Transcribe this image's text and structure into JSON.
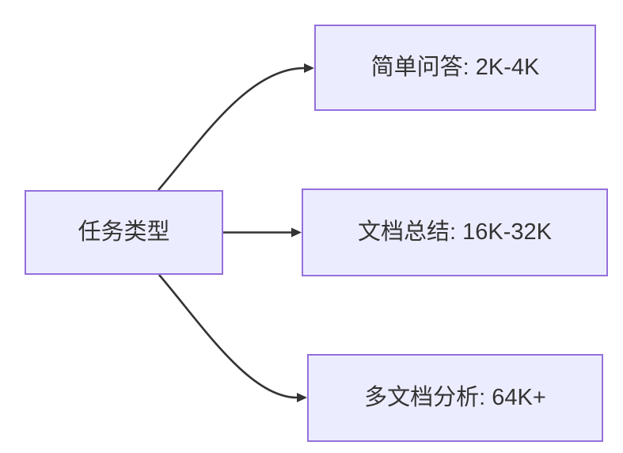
{
  "diagram": {
    "type": "flowchart-left-to-right",
    "root": {
      "label": "任务类型"
    },
    "branches": [
      {
        "label": "简单问答: 2K-4K"
      },
      {
        "label": "文档总结: 16K-32K"
      },
      {
        "label": "多文档分析: 64K+"
      }
    ],
    "edges": [
      {
        "from": "任务类型",
        "to": "简单问答: 2K-4K"
      },
      {
        "from": "任务类型",
        "to": "文档总结: 16K-32K"
      },
      {
        "from": "任务类型",
        "to": "多文档分析: 64K+"
      }
    ],
    "colors": {
      "node_fill": "#ECECFF",
      "node_border": "#9370DB",
      "edge": "#333333",
      "text": "#333333",
      "background": "#FFFFFF"
    }
  }
}
